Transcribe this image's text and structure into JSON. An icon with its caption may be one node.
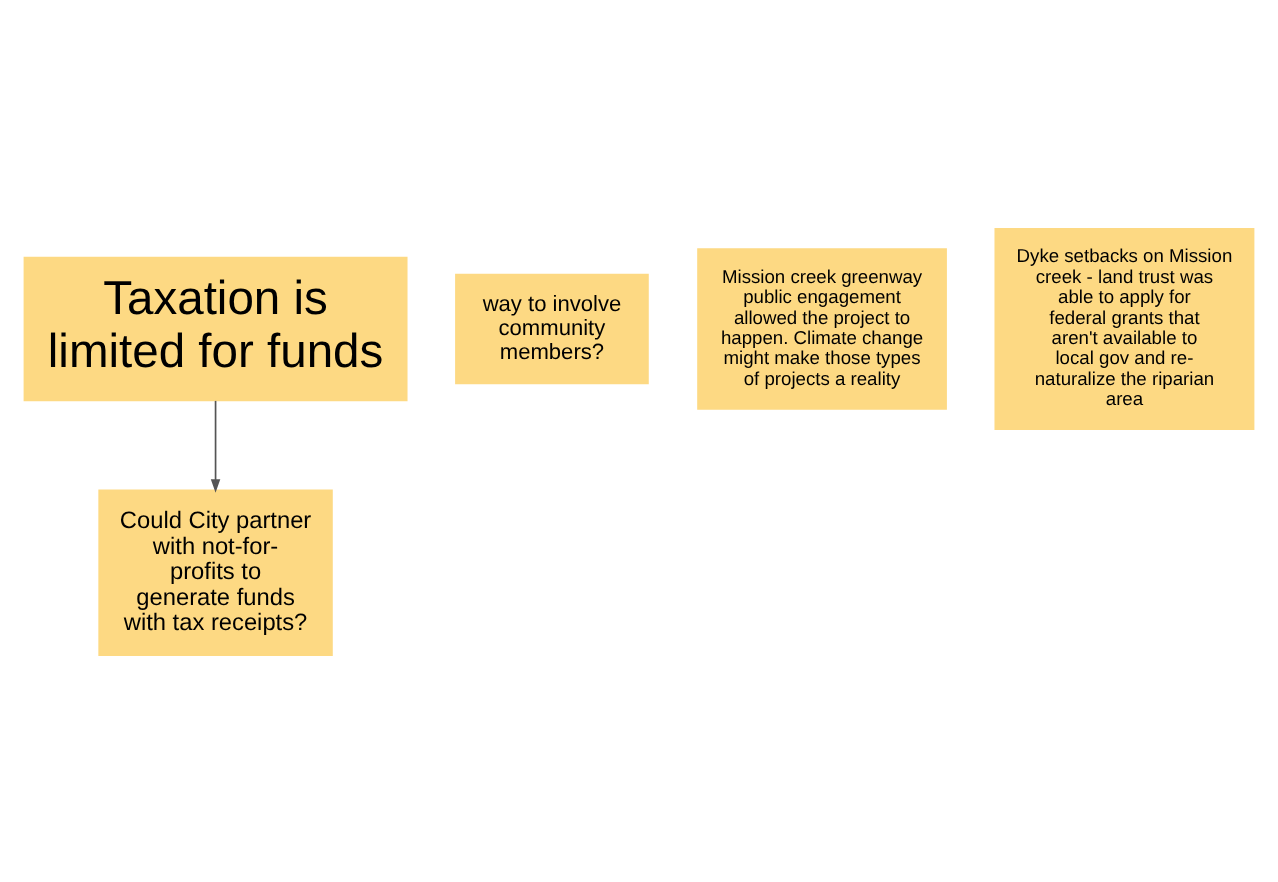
{
  "diagram": {
    "nodes": [
      {
        "text": [
          "Taxation is limited for funds"
        ]
      },
      {
        "text": [
          "way to involve community members?"
        ]
      },
      {
        "text": [
          "Could City partner with not-for-profits to generate funds with tax receipts?"
        ]
      },
      {
        "text": [
          "Mission creek greenway public engagement allowed the project to happen. Climate change might make those types of projects a reality"
        ]
      },
      {
        "text": [
          "Dyke setbacks on Mission creek - land trust was able to apply for federal grants that aren't available to local gov and re-naturalize the riparian area"
        ]
      }
    ],
    "edges": [
      {
        "from": 0,
        "to": 2,
        "arrow": "to"
      }
    ]
  }
}
